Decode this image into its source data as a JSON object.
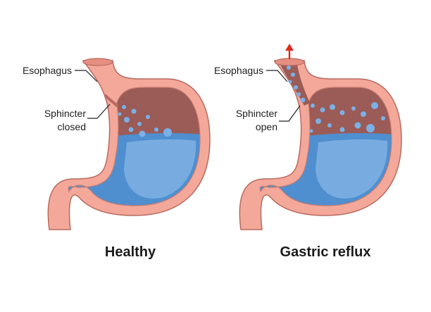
{
  "panels": {
    "healthy": {
      "title": "Healthy",
      "esophagus_label": "Esophagus",
      "sphincter_label_line1": "Sphincter",
      "sphincter_label_line2": "closed"
    },
    "reflux": {
      "title": "Gastric reflux",
      "esophagus_label": "Esophagus",
      "sphincter_label_line1": "Sphincter",
      "sphincter_label_line2": "open"
    }
  },
  "colors": {
    "stomach_wall": "#f3a89a",
    "wall_outline": "#b86a60",
    "gas": "#9b5b56",
    "fluid": "#4f8fd0",
    "fluid_light": "#7fb1e4",
    "bubble": "#7ab0e6",
    "reflux_arrow": "#e02a1c"
  },
  "icons": {
    "reflux_arrow": "arrow-up-icon"
  }
}
